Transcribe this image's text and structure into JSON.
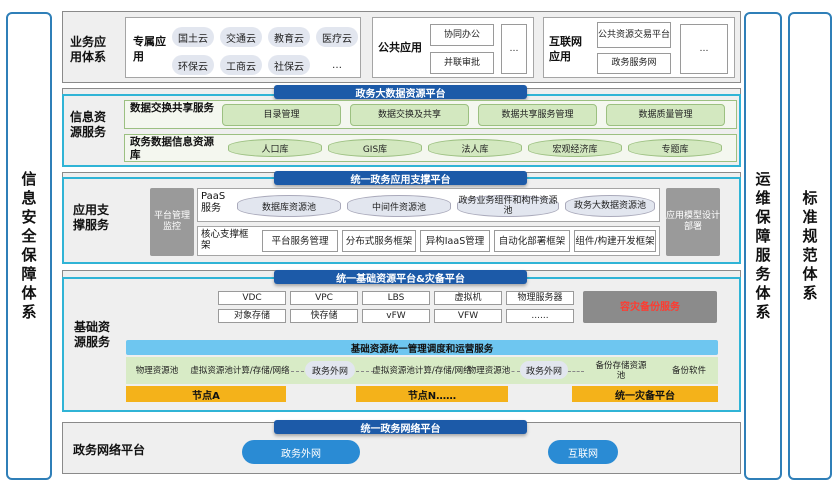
{
  "sidebars": {
    "left": "信息安全保障体系",
    "right1": "运维保障服务体系",
    "right2": "标准规范体系"
  },
  "app_layer": {
    "title": "业务应用体系",
    "special": {
      "label": "专属应用",
      "clouds": [
        "国土云",
        "交通云",
        "教育云",
        "医疗云",
        "环保云",
        "工商云",
        "社保云",
        "…"
      ]
    },
    "public": {
      "label": "公共应用",
      "items": [
        "协同办公",
        "并联审批",
        "…"
      ]
    },
    "internet": {
      "label": "互联网应用",
      "items": [
        "公共资源交易平台",
        "政务服务网",
        "…"
      ]
    }
  },
  "info_layer": {
    "banner": "政务大数据资源平台",
    "title": "信息资源服务",
    "exchange": {
      "label": "数据交换共享服务",
      "items": [
        "目录管理",
        "数据交换及共享",
        "数据共享服务管理",
        "数据质量管理"
      ]
    },
    "database": {
      "label": "政务数据信息资源库",
      "items": [
        "人口库",
        "GIS库",
        "法人库",
        "宏观经济库",
        "专题库"
      ]
    }
  },
  "support_layer": {
    "banner": "统一政务应用支撑平台",
    "title": "应用支撑服务",
    "platform_mgmt": "平台管理监控",
    "paas_label": "PaaS服务",
    "paas_items": [
      "数据库资源池",
      "中间件资源池",
      "政务业务组件和构件资源池",
      "政务大数据资源池"
    ],
    "core_label": "核心支撑框架",
    "core_items": [
      "平台服务管理",
      "分布式服务框架",
      "异构IaaS管理",
      "自动化部署框架",
      "组件/构建开发框架"
    ],
    "model_design": "应用模型设计部署"
  },
  "infra_layer": {
    "banner": "统一基础资源平台&灾备平台",
    "title": "基础资源服务",
    "row1": [
      "VDC",
      "VPC",
      "LBS",
      "虚拟机",
      "物理服务器"
    ],
    "row2": [
      "对象存储",
      "快存储",
      "vFW",
      "VFW",
      "......"
    ],
    "disaster": "容灾备份服务",
    "mgmt_bar": "基础资源统一管理调度和运营服务",
    "cells": [
      "物理资源池",
      "虚拟资源池计算/存储/网络",
      "政务外网",
      "虚拟资源池计算/存储/网络",
      "物理资源池",
      "政务外网",
      "备份存储资源池",
      "备份软件"
    ],
    "nodes": [
      "节点A",
      "节点N……",
      "统一灾备平台"
    ]
  },
  "network_layer": {
    "banner": "统一政务网络平台",
    "title": "政务网络平台",
    "clouds": [
      "政务外网",
      "互联网"
    ]
  },
  "colors": {
    "teal_frame": "#30b4d6",
    "banner_blue": "#1c5aa8",
    "green_box": "#d3e8c0",
    "yellow_bar": "#f4b21a",
    "red_text": "#e53935",
    "grey_box": "#9a9a9a"
  }
}
